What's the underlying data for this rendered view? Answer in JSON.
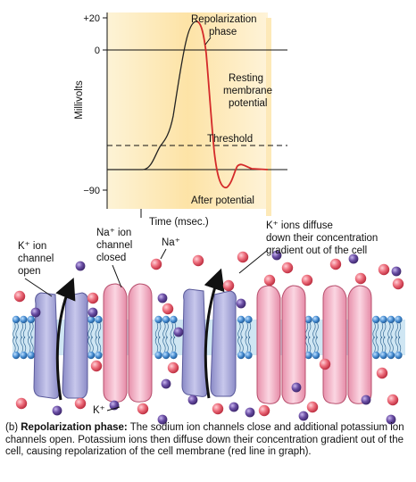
{
  "figure": {
    "graph": {
      "y_axis_label": "Millivolts",
      "x_axis_label": "Time (msec.)",
      "ticks": {
        "top": "+20",
        "zero": "0",
        "bottom": "−90"
      },
      "annotations": {
        "repolarization_line1": "Repolarization",
        "repolarization_line2": "phase",
        "resting_line1": "Resting",
        "resting_line2": "membrane",
        "resting_line3": "potential",
        "threshold": "Threshold",
        "after_potential": "After potential"
      },
      "colors": {
        "background": "#fde9b8",
        "depolarization_trace": "#222222",
        "repolarization_trace": "#d42a2a"
      }
    },
    "membrane": {
      "labels": {
        "k_channel_line1": "K⁺ ion",
        "k_channel_line2": "channel",
        "k_channel_line3": "open",
        "na_channel_line1": "Na⁺ ion",
        "na_channel_line2": "channel",
        "na_channel_line3": "closed",
        "na_ion": "Na⁺",
        "k_ion": "K⁺",
        "diffuse_line1": "K⁺ ions diffuse",
        "diffuse_line2": "down their concentration",
        "diffuse_line3": "gradient out of the cell"
      },
      "colors": {
        "na_ion": "#e8505f",
        "k_ion": "#5a3f8e",
        "phospholipid_head": "#3a7fc4",
        "na_channel": "#f2b5c8",
        "k_channel": "#a8a8d8"
      }
    },
    "caption": {
      "prefix": "(b) ",
      "title": "Repolarization phase:",
      "body": " The sodium ion channels close and additional potassium ion channels open. Potassium ions then diffuse down their concentration gradient out of the cell, causing repolarization of the cell membrane (red line in graph)."
    }
  }
}
